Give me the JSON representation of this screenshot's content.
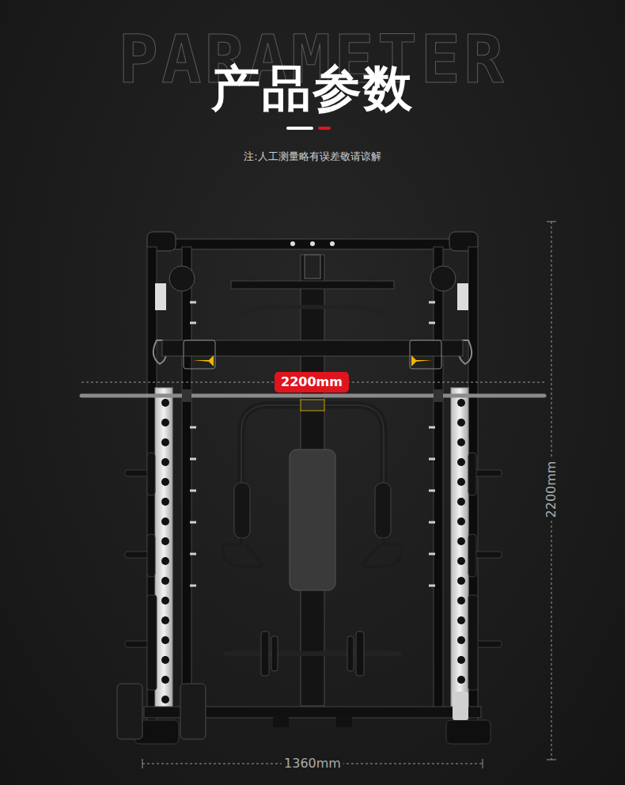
{
  "diagram": {
    "title": "产品参数",
    "nodes": [
      {
        "text": [
          "2200mm"
        ]
      }
    ],
    "labels": [
      "PARAMETER",
      "注:人工测量略有误差敬请谅解",
      "2200mm",
      "1360mm"
    ]
  }
}
